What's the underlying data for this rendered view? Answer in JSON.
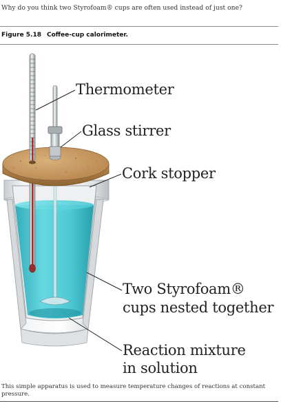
{
  "question": "Why do you think two Styrofoam® cups are often used instead of just one?",
  "figure": {
    "number": "Figure 5.18",
    "title": "Coffee-cup calorimeter."
  },
  "labels": {
    "thermometer": "Thermometer",
    "glass_stirrer": "Glass stirrer",
    "cork_stopper": "Cork stopper",
    "cups_line1": "Two Styrofoam®",
    "cups_line2": "cups nested together",
    "mixture_line1": "Reaction mixture",
    "mixture_line2": "in solution"
  },
  "footnote": "This simple apparatus is used to measure temperature changes of reactions at constant pressure.",
  "colors": {
    "cork": "#c79a62",
    "solution": "#3fc7d2",
    "cup": "#e9ebec",
    "thermometer_fluid": "#a0322e"
  }
}
